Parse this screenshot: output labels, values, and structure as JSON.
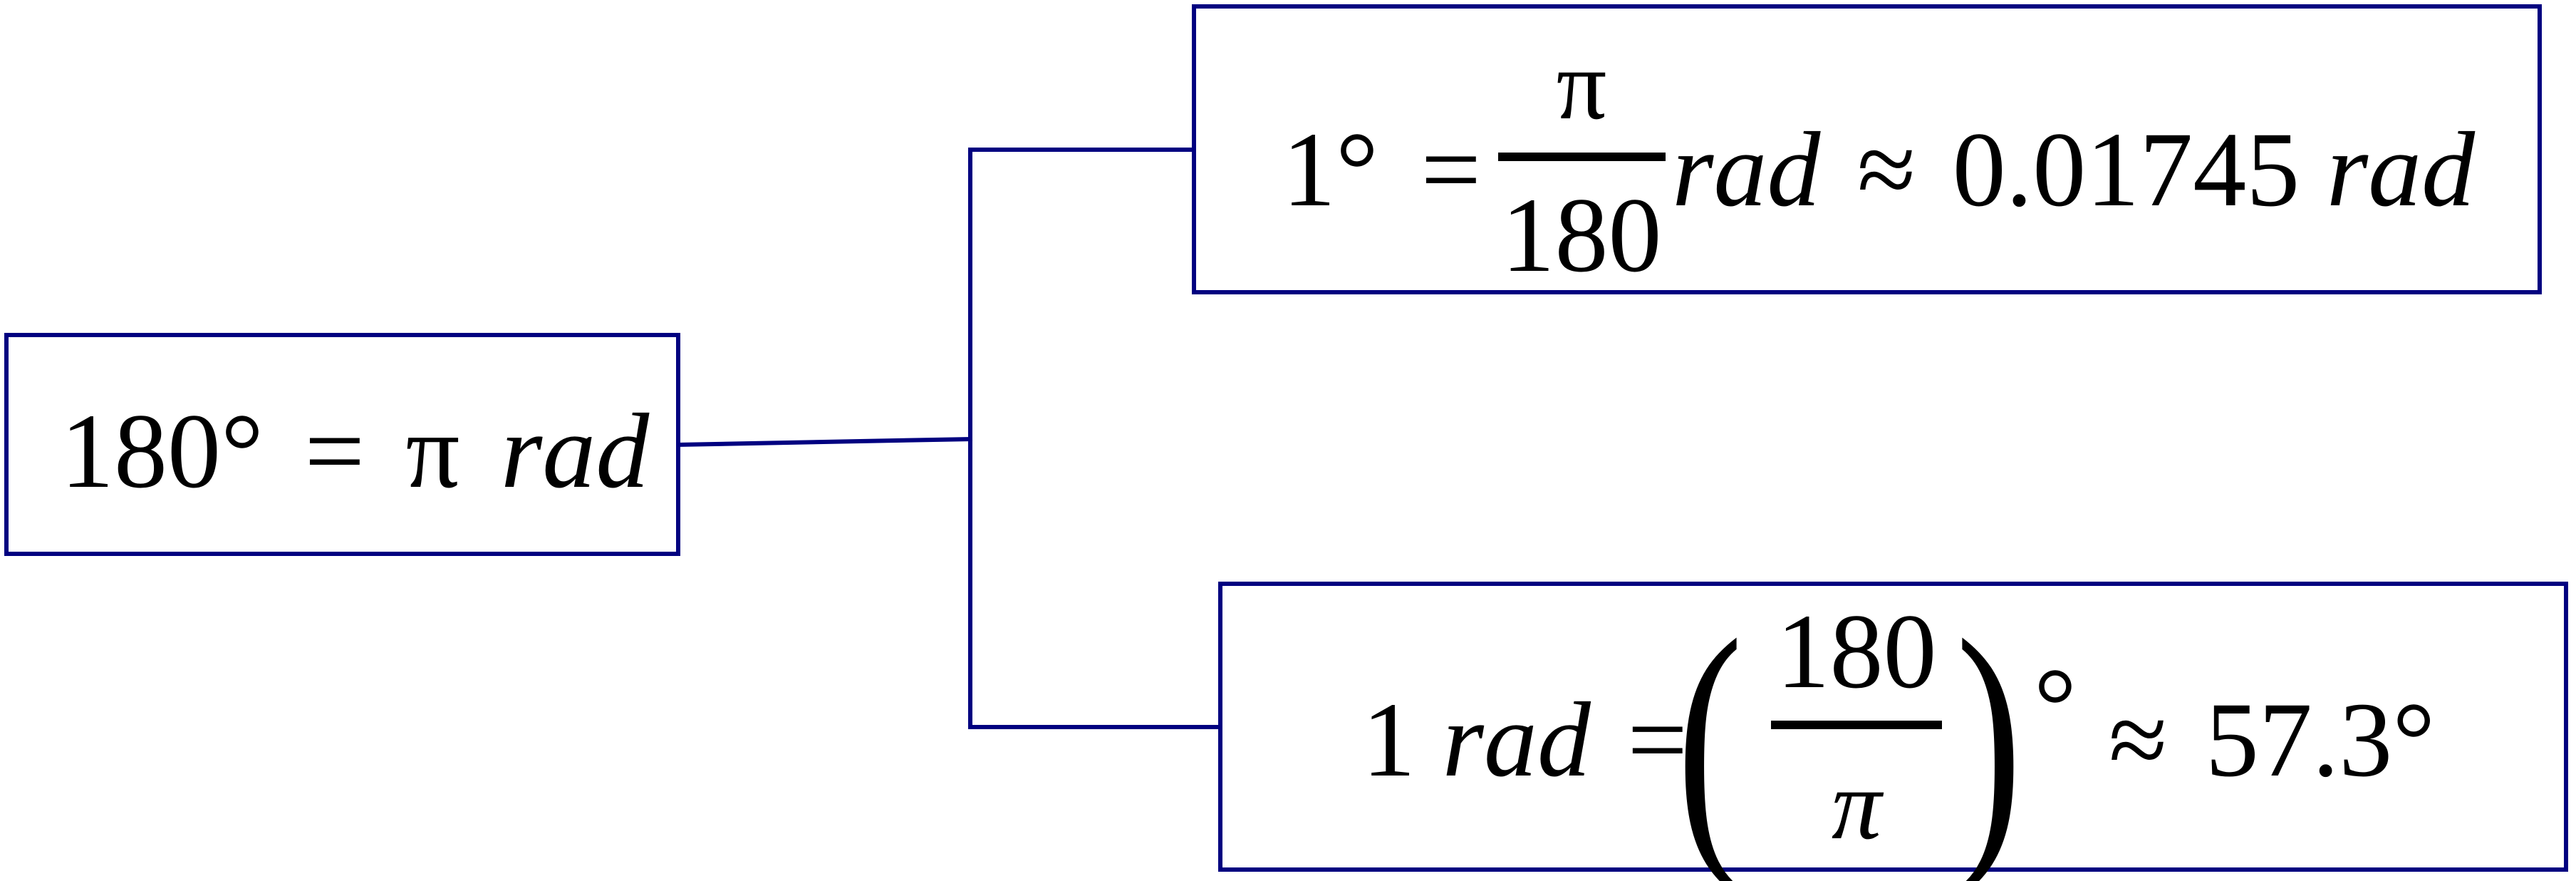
{
  "diagram": {
    "title": "Degree–radian conversion",
    "colors": {
      "border": "#000080",
      "text": "#000000",
      "background": "#ffffff"
    },
    "root": {
      "id": "root",
      "parts": {
        "lhs": "180°",
        "eq": "=",
        "pi": "π",
        "unit": "rad"
      },
      "formula": "180° = π rad"
    },
    "branches": [
      {
        "id": "degree-to-radian",
        "formula": "1° = π/180 rad ≈ 0.01745 rad",
        "parts": {
          "lhs": "1°",
          "eq": "=",
          "numerator": "π",
          "denominator": "180",
          "unit": "rad",
          "approx": "≈",
          "value": "0.01745",
          "value_unit": "rad"
        }
      },
      {
        "id": "radian-to-degree",
        "formula": "1 rad = (180/π)° ≈ 57.3°",
        "parts": {
          "one": "1",
          "unit": "rad",
          "eq": "=",
          "lparen": "(",
          "numerator": "180",
          "denominator": "π",
          "rparen": ")",
          "degree": "°",
          "approx": "≈",
          "value": "57.3°"
        }
      }
    ],
    "edges": [
      {
        "from": "root",
        "to": "degree-to-radian"
      },
      {
        "from": "root",
        "to": "radian-to-degree"
      }
    ]
  }
}
